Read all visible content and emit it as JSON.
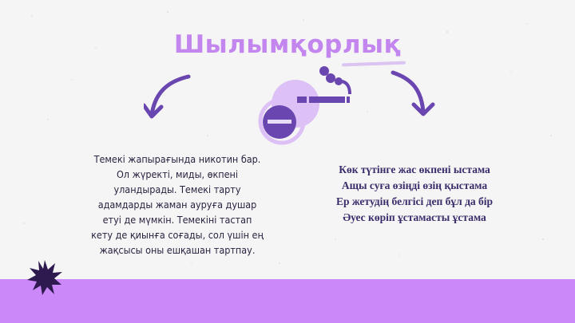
{
  "slide": {
    "title": "Шылымқорлық",
    "left_paragraph": [
      "Темекі жапырағында никотин бар.",
      "Ол жүректі, миды, өкпені",
      "уландырады. Темекі тарту",
      "адамдарды жаман ауруға душар",
      "етуі де мүмкін. Темекіні тастап",
      "кету де қиынға соғады, сол үшін ең",
      "жақсысы оны ешқашан тартпау."
    ],
    "right_poem": [
      "Көк түтінге жас өкпені ыстама",
      "Ащы суға өзіңді өзің қыстама",
      "Ер жетудің белгісі деп бұл да бір",
      "Әуес көріп ұстамасты ұстама"
    ],
    "icons": {
      "left_arrow": "curved-arrow-down-left",
      "right_arrow": "curved-arrow-down-right",
      "illustration": "no-smoking-cigarette",
      "decoration": "star-burst"
    },
    "colors": {
      "title": "#c386ef",
      "accent_dark": "#6a46b0",
      "accent_light": "#dcc0f6",
      "footer_band": "#cb88f8",
      "star": "#2e1a4f"
    }
  }
}
